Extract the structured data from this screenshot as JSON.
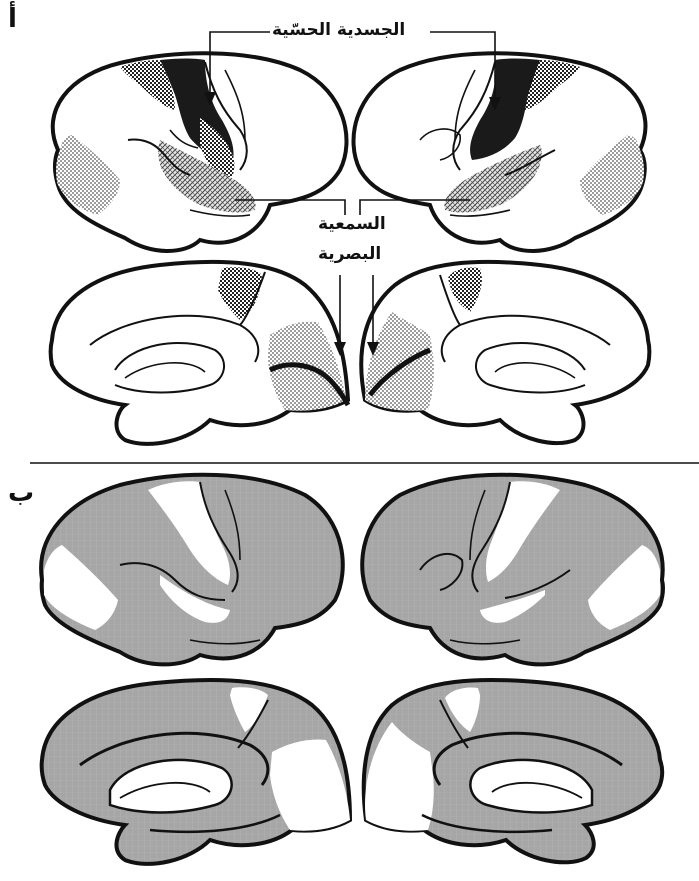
{
  "panel_a": {
    "letter": "أ",
    "labels": {
      "somatosensory": "الجسدية الحسّية",
      "auditory": "السمعية",
      "visual": "البصرية"
    }
  },
  "panel_b": {
    "letter": "ب"
  },
  "colors": {
    "outline": "#111111",
    "dark_region": "#1a1a1a",
    "light_stipple": "#c9c9c9",
    "gray_fill": "#a8a8a8",
    "background": "#ffffff"
  }
}
